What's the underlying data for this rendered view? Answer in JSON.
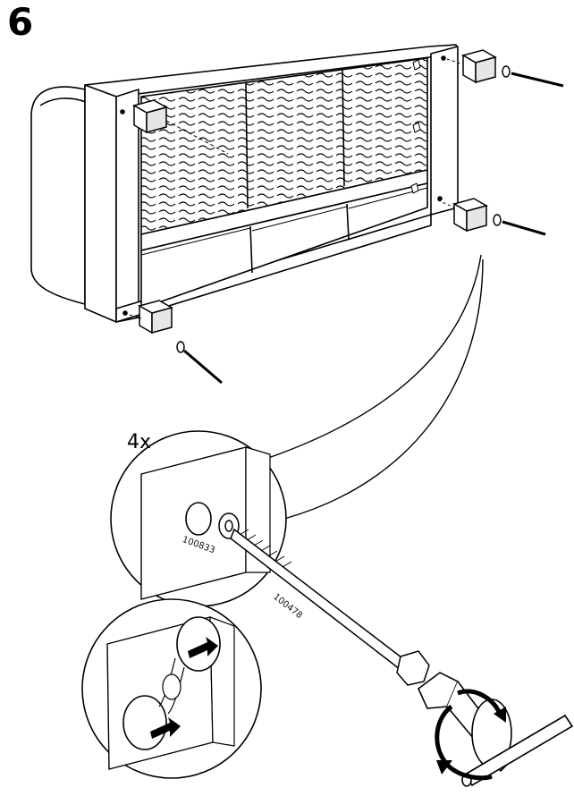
{
  "step": {
    "number": "6"
  },
  "detail": {
    "quantity": "4x"
  },
  "parts": {
    "washer_id": "100833",
    "bolt_id": "100478"
  },
  "icons": [
    "washer-icon",
    "bolt-icon",
    "hex-key-icon",
    "rotate-arrow-icon",
    "press-arrow-icon",
    "leg-block-icon"
  ],
  "colors": {
    "line": "#000000",
    "background": "#ffffff",
    "shade": "#bfbfbf"
  }
}
